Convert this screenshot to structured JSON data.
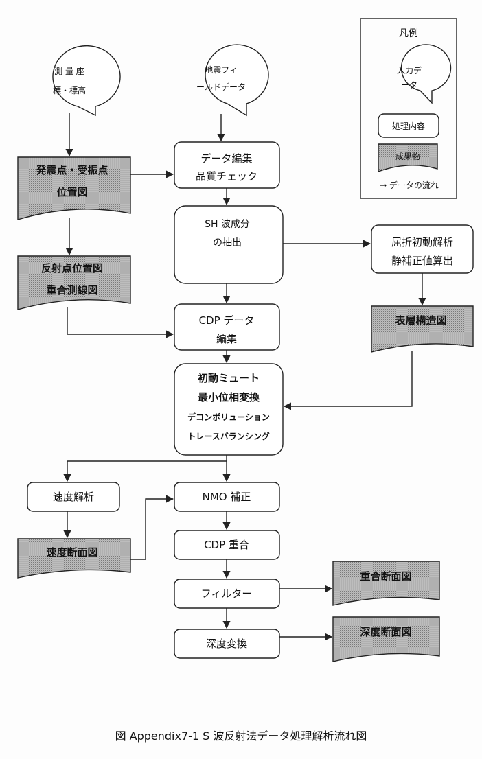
{
  "legend": {
    "title": "凡例",
    "input": [
      "入力デ",
      "ータ"
    ],
    "process": "処理内容",
    "product": "成果物",
    "flow": "→ データの流れ"
  },
  "nodes": {
    "survey_input": [
      "測 量 座",
      "標・標高"
    ],
    "seismic_input": [
      "地震フィ",
      "ールドデータ"
    ],
    "shot_receiver_map": [
      "発震点・受振点",
      "位置図"
    ],
    "data_edit": [
      "データ編集",
      "品質チェック"
    ],
    "sh_extract": [
      "SH 波成分",
      "の抽出"
    ],
    "refraction": [
      "屈折初動解析",
      "静補正値算出"
    ],
    "reflection_map": [
      "反射点位置図",
      "重合測線図"
    ],
    "cdp_edit": [
      "CDP データ",
      "編集"
    ],
    "surface_structure": "表層構造図",
    "processing": [
      "初動ミュート",
      "最小位相変換",
      "デコンボリューション",
      "トレースバランシング"
    ],
    "velocity_analysis": "速度解析",
    "nmo": "NMO 補正",
    "velocity_section": "速度断面図",
    "cdp_stack": "CDP 重合",
    "filter": "フィルター",
    "stack_section": "重合断面図",
    "depth_conversion": "深度変換",
    "depth_section": "深度断面図"
  },
  "caption": "図 Appendix7-1 S 波反射法データ処理解析流れ図"
}
